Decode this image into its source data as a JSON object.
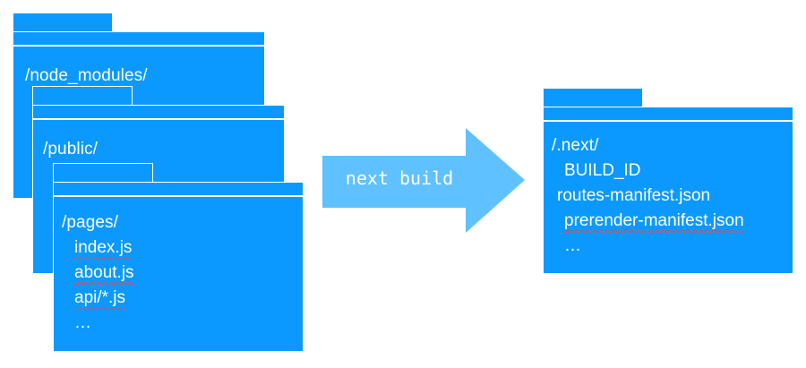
{
  "folders": {
    "node_modules": {
      "name": "/node_modules/"
    },
    "public": {
      "name": "/public/"
    },
    "pages": {
      "name": "/pages/",
      "files": [
        "index.js",
        "about.js",
        "api/*.js",
        "…"
      ]
    },
    "next": {
      "name": "/.next/",
      "files": [
        "BUILD_ID",
        "routes-manifest.json",
        "prerender-manifest.json",
        "…"
      ]
    }
  },
  "arrow": {
    "label": "next build"
  },
  "colors": {
    "folder": "#0b99ff",
    "arrow": "#5fc1ff",
    "text": "#ffffff",
    "spellcheck": "#e8454a"
  }
}
